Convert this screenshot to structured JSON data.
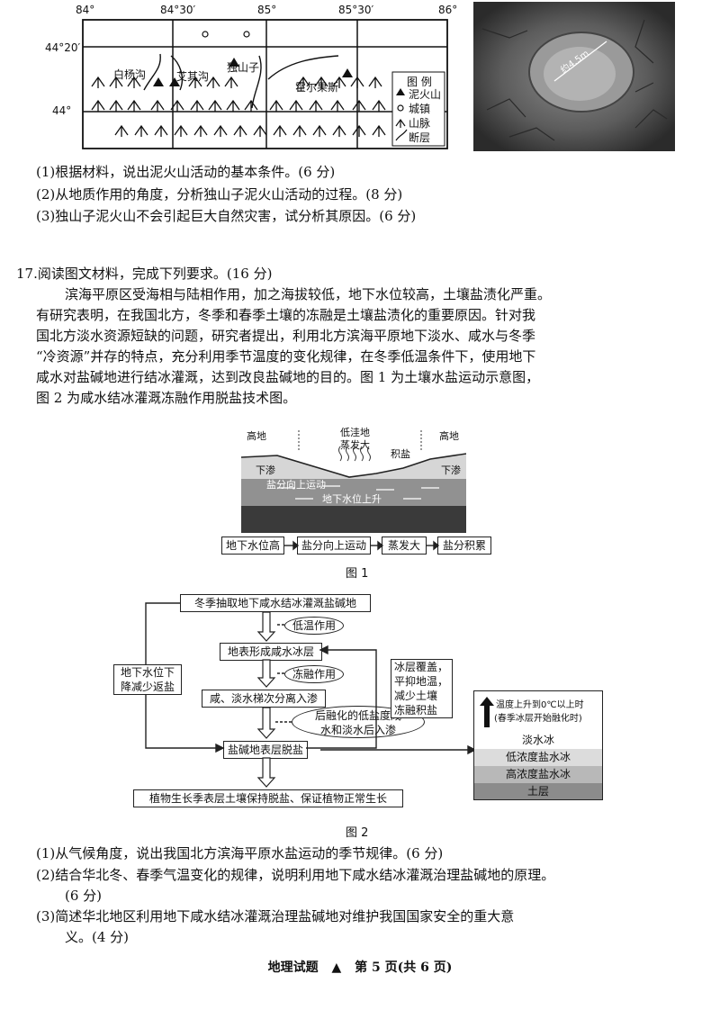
{
  "map": {
    "lon_labels": [
      "84°",
      "84°30′",
      "85°",
      "85°30′",
      "86°"
    ],
    "lat_labels": [
      "44°20′",
      "44°"
    ],
    "places": {
      "baiyanggou": "白杨沟",
      "aiqigou": "艾其沟",
      "dushanzi": "独山子",
      "huoerguosi": "霍尔果斯"
    },
    "legend": {
      "title": "图 例",
      "mud_volcano": "泥火山",
      "town": "城镇",
      "mountain": "山脉",
      "fault": "断层"
    }
  },
  "photo": {
    "caption": "约4.5m"
  },
  "q16": {
    "s1": "(1)根据材料，说出泥火山活动的基本条件。(6 分)",
    "s2": "(2)从地质作用的角度，分析独山子泥火山活动的过程。(8 分)",
    "s3": "(3)独山子泥火山不会引起巨大自然灾害，试分析其原因。(6 分)"
  },
  "q17": {
    "title": "17.阅读图文材料，完成下列要求。(16 分)",
    "para": [
      "滨海平原区受海相与陆相作用，加之海拔较低，地下水位较高，土壤盐渍化严重。",
      "有研究表明，在我国北方，冬季和春季土壤的冻融是土壤盐渍化的重要原因。针对我",
      "国北方淡水资源短缺的问题，研究者提出，利用北方滨海平原地下淡水、咸水与冬季",
      "“冷资源”并存的特点，充分利用季节温度的变化规律，在冬季低温条件下，使用地下",
      "咸水对盐碱地进行结冰灌溉，达到改良盐碱地的目的。图 1 为土壤水盐运动示意图，",
      "图 2 为咸水结冰灌溉冻融作用脱盐技术图。"
    ]
  },
  "fig1": {
    "labels": {
      "high_left": "高地",
      "lowland": "低洼地",
      "evap": "蒸发大",
      "salt": "积盐",
      "high_right": "高地",
      "seep_left": "下渗",
      "seep_right": "下渗",
      "salt_up": "盐分向上运动",
      "water_up": "地下水位上升"
    },
    "flow": [
      "地下水位高",
      "盐分向上运动",
      "蒸发大",
      "盐分积累"
    ],
    "caption": "图 1"
  },
  "fig2": {
    "top": "冬季抽取地下咸水结冰灌溉盐碱地",
    "o1": "低温作用",
    "b2": "地表形成咸水冰层",
    "o2": "冻融作用",
    "b3": "咸、淡水梯次分离入渗",
    "o3a": "后融化的低盐度咸",
    "o3b": "水和淡水后入渗",
    "b4": "盐碱地表层脱盐",
    "b5": "植物生长季表层土壤保持脱盐、保证植物正常生长",
    "left_a": "地下水位下",
    "left_b": "降减少返盐",
    "right": [
      "冰层覆盖，",
      "平抑地温，",
      "减少土壤",
      "冻融积盐"
    ],
    "legend_a": "温度上升到0℃以上时",
    "legend_b": "(春季冰层开始融化时)",
    "layers": [
      "淡水冰",
      "低浓度盐水冰",
      "高浓度盐水冰",
      "土层"
    ],
    "caption": "图 2"
  },
  "questions17": {
    "s1": "(1)从气候角度，说出我国北方滨海平原水盐运动的季节规律。(6 分)",
    "s2a": "(2)结合华北冬、春季气温变化的规律，说明利用地下咸水结冰灌溉治理盐碱地的原理。",
    "s2b": "(6 分)",
    "s3a": "(3)简述华北地区利用地下咸水结冰灌溉治理盐碱地对维护我国国家安全的重大意",
    "s3b": "义。(4 分)"
  },
  "footer": {
    "left": "地理试题",
    "mark": "▲",
    "right": "第 5 页(共 6 页)"
  }
}
